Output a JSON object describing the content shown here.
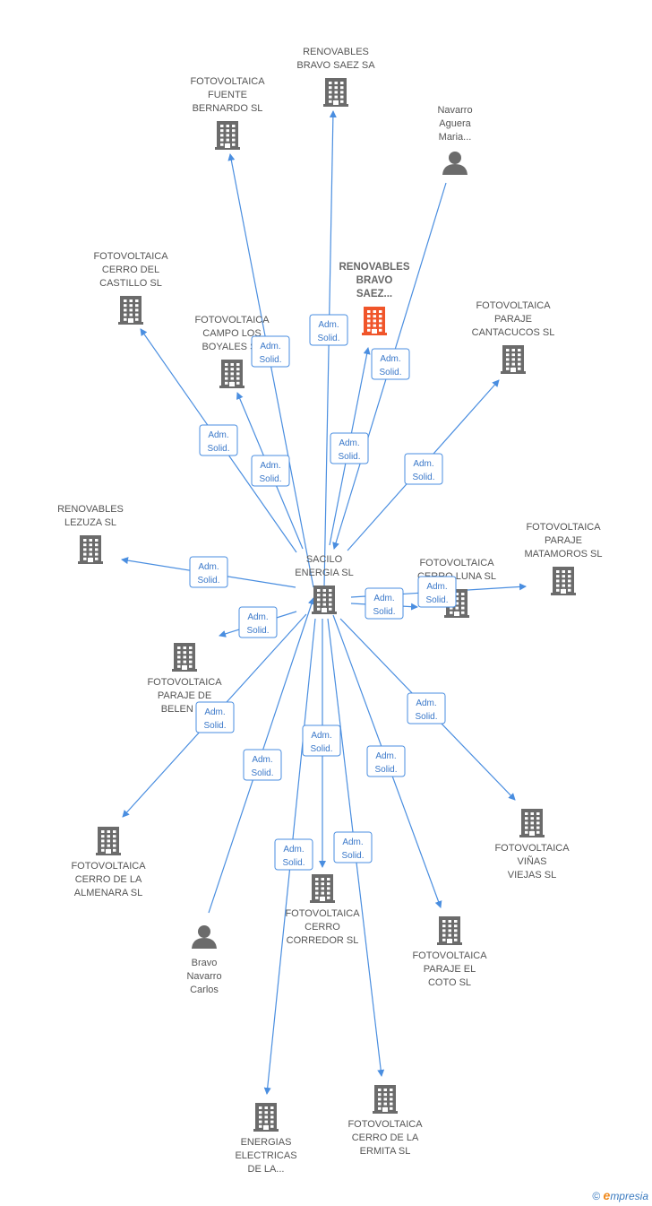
{
  "colors": {
    "edge": "#4a8ee0",
    "node": "#6b6b6b",
    "focus": "#f0552a",
    "badge_text": "#3a78c9"
  },
  "brand": {
    "copyright": "©",
    "initial": "e",
    "name": "mpresia"
  },
  "nodes": [
    {
      "id": "sacilo",
      "kind": "company",
      "label": [
        "SACILO",
        "ENERGIA SL"
      ]
    },
    {
      "id": "rbs_focus",
      "kind": "company",
      "focus": true,
      "label": [
        "RENOVABLES",
        "BRAVO",
        "SAEZ..."
      ]
    },
    {
      "id": "rbs_sa",
      "kind": "company",
      "label": [
        "RENOVABLES",
        "BRAVO SAEZ SA"
      ]
    },
    {
      "id": "fuente",
      "kind": "company",
      "label": [
        "FOTOVOLTAICA",
        "FUENTE",
        "BERNARDO SL"
      ]
    },
    {
      "id": "navarro",
      "kind": "person",
      "label": [
        "Navarro",
        "Aguera",
        "Maria..."
      ]
    },
    {
      "id": "castillo",
      "kind": "company",
      "label": [
        "FOTOVOLTAICA",
        "CERRO DEL",
        "CASTILLO SL"
      ]
    },
    {
      "id": "boyales",
      "kind": "company",
      "label": [
        "FOTOVOLTAICA",
        "CAMPO LOS",
        "BOYALES SL"
      ]
    },
    {
      "id": "cantacucos",
      "kind": "company",
      "label": [
        "FOTOVOLTAICA",
        "PARAJE",
        "CANTACUCOS SL"
      ]
    },
    {
      "id": "lezuza",
      "kind": "company",
      "label": [
        "RENOVABLES",
        "LEZUZA SL"
      ]
    },
    {
      "id": "matamoros",
      "kind": "company",
      "label": [
        "FOTOVOLTAICA",
        "PARAJE",
        "MATAMOROS SL"
      ]
    },
    {
      "id": "luna",
      "kind": "company",
      "label": [
        "FOTOVOLTAICA",
        "CERRO LUNA SL"
      ]
    },
    {
      "id": "belen",
      "kind": "company",
      "label": [
        "FOTOVOLTAICA",
        "PARAJE DE",
        "BELEN SL"
      ]
    },
    {
      "id": "almenara",
      "kind": "company",
      "label": [
        "FOTOVOLTAICA",
        "CERRO DE LA",
        "ALMENARA SL"
      ]
    },
    {
      "id": "vinas",
      "kind": "company",
      "label": [
        "FOTOVOLTAICA",
        "VIÑAS",
        "VIEJAS SL"
      ]
    },
    {
      "id": "corredor",
      "kind": "company",
      "label": [
        "FOTOVOLTAICA",
        "CERRO",
        "CORREDOR SL"
      ]
    },
    {
      "id": "bravo",
      "kind": "person",
      "label": [
        "Bravo",
        "Navarro",
        "Carlos"
      ]
    },
    {
      "id": "coto",
      "kind": "company",
      "label": [
        "FOTOVOLTAICA",
        "PARAJE EL",
        "COTO SL"
      ]
    },
    {
      "id": "energias",
      "kind": "company",
      "label": [
        "ENERGIAS",
        "ELECTRICAS",
        "DE LA..."
      ]
    },
    {
      "id": "ermita",
      "kind": "company",
      "label": [
        "FOTOVOLTAICA",
        "CERRO DE LA",
        "ERMITA SL"
      ]
    }
  ],
  "edges": [
    {
      "from": "sacilo",
      "to": "rbs_sa",
      "label": [
        "Adm.",
        "Solid."
      ]
    },
    {
      "from": "sacilo",
      "to": "fuente",
      "label": [
        "Adm.",
        "Solid."
      ]
    },
    {
      "from": "navarro",
      "to": "sacilo",
      "label": [
        "Adm.",
        "Solid."
      ]
    },
    {
      "from": "sacilo",
      "to": "rbs_focus",
      "label": [
        "Adm.",
        "Solid."
      ]
    },
    {
      "from": "sacilo",
      "to": "castillo",
      "label": [
        "Adm.",
        "Solid."
      ]
    },
    {
      "from": "sacilo",
      "to": "boyales",
      "label": [
        "Adm.",
        "Solid."
      ]
    },
    {
      "from": "sacilo",
      "to": "cantacucos",
      "label": [
        "Adm.",
        "Solid."
      ]
    },
    {
      "from": "sacilo",
      "to": "lezuza",
      "label": [
        "Adm.",
        "Solid."
      ]
    },
    {
      "from": "sacilo",
      "to": "matamoros",
      "label": [
        "Adm.",
        "Solid."
      ]
    },
    {
      "from": "sacilo",
      "to": "luna",
      "label": [
        "Adm.",
        "Solid."
      ]
    },
    {
      "from": "sacilo",
      "to": "belen",
      "label": [
        "Adm.",
        "Solid."
      ]
    },
    {
      "from": "sacilo",
      "to": "almenara",
      "label": [
        "Adm.",
        "Solid."
      ]
    },
    {
      "from": "bravo",
      "to": "sacilo",
      "label": [
        "Adm.",
        "Solid."
      ]
    },
    {
      "from": "sacilo",
      "to": "corredor",
      "label": [
        "Adm.",
        "Solid."
      ]
    },
    {
      "from": "sacilo",
      "to": "energias",
      "label": [
        "Adm.",
        "Solid."
      ]
    },
    {
      "from": "sacilo",
      "to": "ermita",
      "label": [
        "Adm.",
        "Solid."
      ]
    },
    {
      "from": "sacilo",
      "to": "coto",
      "label": [
        "Adm.",
        "Solid."
      ]
    },
    {
      "from": "sacilo",
      "to": "vinas",
      "label": [
        "Adm.",
        "Solid."
      ]
    }
  ]
}
